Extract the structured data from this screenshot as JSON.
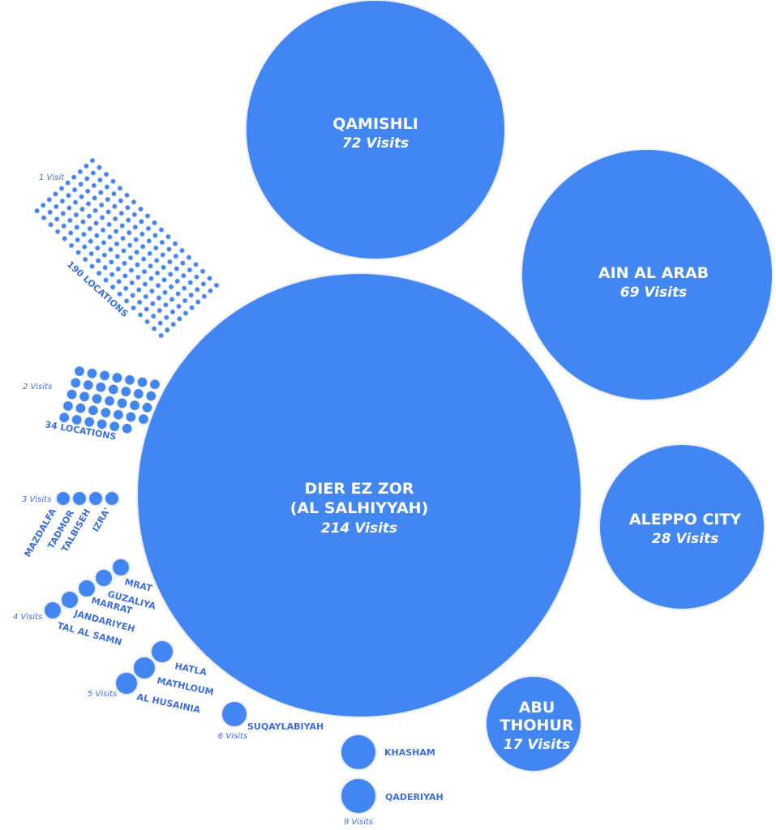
{
  "chart_data": {
    "type": "bubble",
    "series": [
      {
        "name": "DIER EZ ZOR (AL SALHIYYAH)",
        "value": 214
      },
      {
        "name": "QAMISHLI",
        "value": 72
      },
      {
        "name": "AIN AL ARAB",
        "value": 69
      },
      {
        "name": "ALEPPO CITY",
        "value": 28
      },
      {
        "name": "ABU THOHUR",
        "value": 17
      },
      {
        "name": "KHASHAM",
        "value": 9
      },
      {
        "name": "QADERIYAH",
        "value": 9
      },
      {
        "name": "SUQAYLABIYAH",
        "value": 6
      },
      {
        "name": "HATLA",
        "value": 5
      },
      {
        "name": "MATHLOUM",
        "value": 5
      },
      {
        "name": "AL HUSAINIA",
        "value": 5
      },
      {
        "name": "MRAT",
        "value": 4
      },
      {
        "name": "GUZALIYA",
        "value": 4
      },
      {
        "name": "MARRAT",
        "value": 4
      },
      {
        "name": "JANDARIYEH",
        "value": 4
      },
      {
        "name": "TAL AL SAMN",
        "value": 4
      },
      {
        "name": "MAZDALFA",
        "value": 3
      },
      {
        "name": "TADMOR",
        "value": 3
      },
      {
        "name": "TALBISEH",
        "value": 3
      },
      {
        "name": "IZRA'",
        "value": 3
      },
      {
        "name": "34 LOCATIONS",
        "value": 2,
        "count": 34
      },
      {
        "name": "190 LOCATIONS",
        "value": 1,
        "count": 190
      }
    ]
  },
  "labels": {
    "dier_line1": "DIER EZ ZOR",
    "dier_line2": "(AL SALHIYYAH)",
    "dier_visits": "214 Visits",
    "qamishli": "QAMISHLI",
    "qamishli_visits": "72 Visits",
    "ain": "AIN AL ARAB",
    "ain_visits": "69 Visits",
    "aleppo": "ALEPPO CITY",
    "aleppo_visits": "28 Visits",
    "abu_line1": "ABU",
    "abu_line2": "THOHUR",
    "abu_visits": "17 Visits",
    "khasham": "KHASHAM",
    "qaderiyah": "QADERIYAH",
    "visits_9": "9 Visits",
    "suqaylabiyah": "SUQAYLABIYAH",
    "visits_6": "6 Visits",
    "hatla": "HATLA",
    "mathloum": "MATHLOUM",
    "al_husainia": "AL HUSAINIA",
    "visits_5": "5 Visits",
    "mrat": "MRAT",
    "guzaliya": "GUZALIYA",
    "marrat": "MARRAT",
    "jandariyeh": "JANDARIYEH",
    "tal_al_samn": "TAL AL SAMN",
    "visits_4": "4 Visits",
    "mazdalfa": "MAZDALFA",
    "tadmor": "TADMOR",
    "talbiseh": "TALBISEH",
    "izra": "IZRA'",
    "visits_3": "3 Visits",
    "locations_34": "34 LOCATIONS",
    "visits_2": "2 Visits",
    "locations_190": "190 LOCATIONS",
    "visits_1": "1 Visit"
  }
}
